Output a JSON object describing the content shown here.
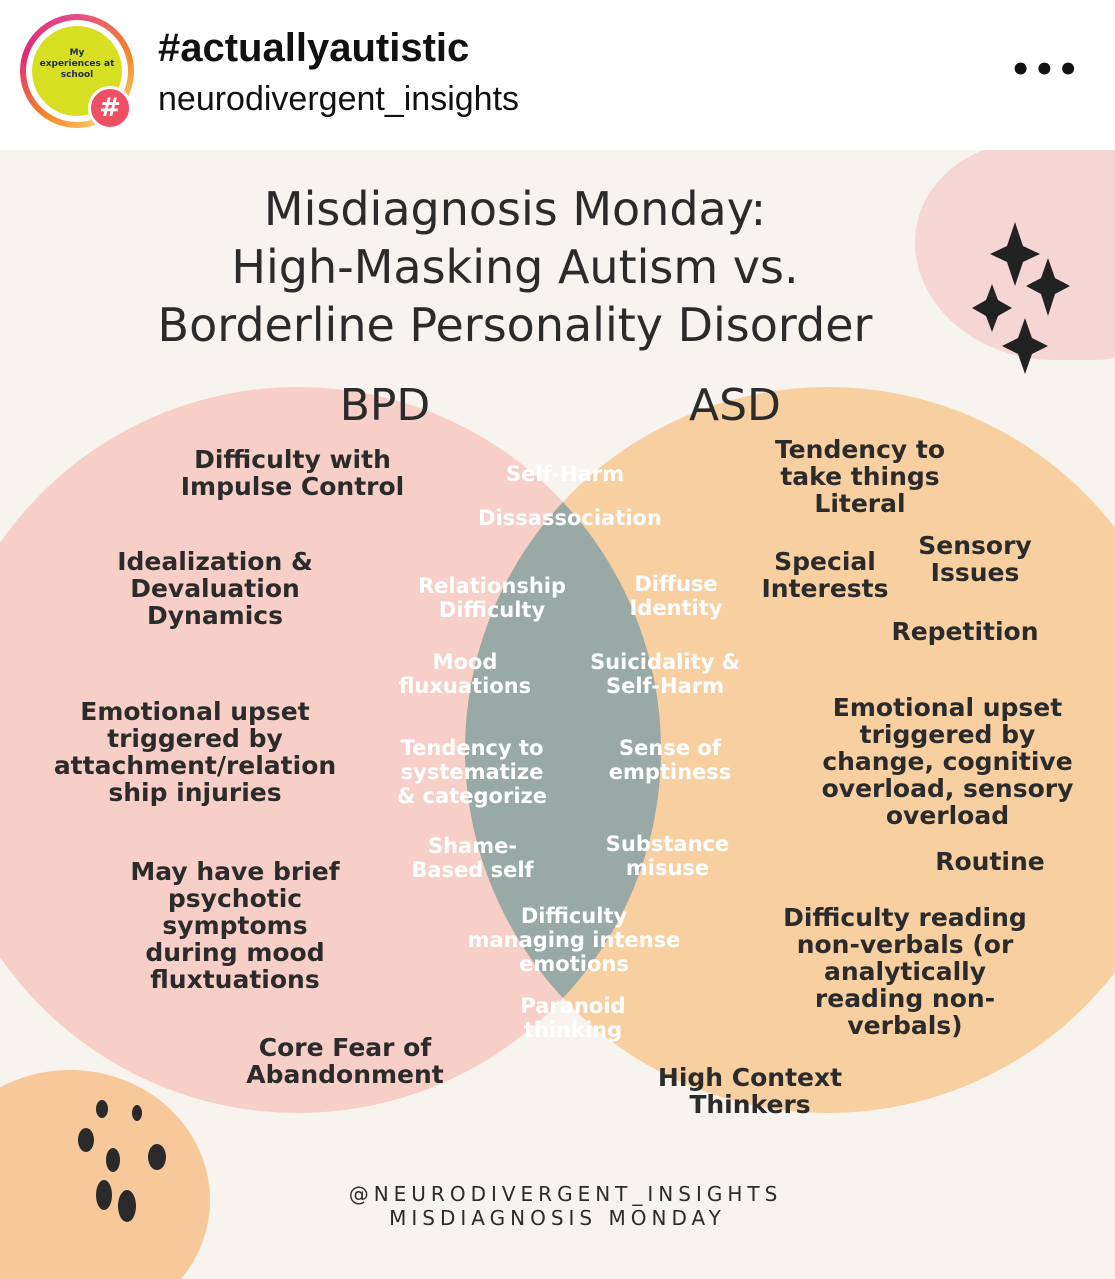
{
  "header": {
    "title": "#actuallyautistic",
    "username": "neurodivergent_insights",
    "avatar_text": "My experiences at school",
    "badge": "#",
    "more": "•••"
  },
  "post": {
    "headline": [
      "Misdiagnosis Monday:",
      "High-Masking Autism vs.",
      "Borderline Personality Disorder"
    ],
    "bpd": {
      "label": "BPD",
      "items": [
        "Difficulty with\nImpulse Control",
        "Idealization &\nDevaluation\nDynamics",
        "Emotional upset\ntriggered by\nattachment/relation\nship injuries",
        "May have brief\npsychotic\nsymptoms\nduring mood\nfluxtuations",
        "Core Fear of\nAbandonment"
      ]
    },
    "asd": {
      "label": "ASD",
      "items": [
        "Tendency to\ntake things\nLiteral",
        "Special\nInterests",
        "Sensory\nIssues",
        "Repetition",
        "Emotional upset\ntriggered by\nchange, cognitive\noverload, sensory\noverload",
        "Routine",
        "Difficulty reading\nnon-verbals (or\nanalytically\nreading non-\nverbals)",
        "High Context\nThinkers"
      ]
    },
    "overlap": [
      "Self-Harm",
      "Dissassociation",
      "Relationship\nDifficulty",
      "Diffuse\nIdentity",
      "Mood\nfluxuations",
      "Suicidality &\nSelf-Harm",
      "Tendency to\nsystematize\n& categorize",
      "Sense of\nemptiness",
      "Shame-\nBased self",
      "Substance\nmisuse",
      "Difficulty\nmanaging intense\nemotions",
      "Paranoid\nthinking"
    ],
    "credit": [
      "@NEURODIVERGENT_INSIGHTS",
      "MISDIAGNOSIS MONDAY"
    ],
    "colors": {
      "bpd": "#f8cfc8",
      "asd": "#f8cfa0",
      "overlap": "#98a9a6"
    }
  }
}
